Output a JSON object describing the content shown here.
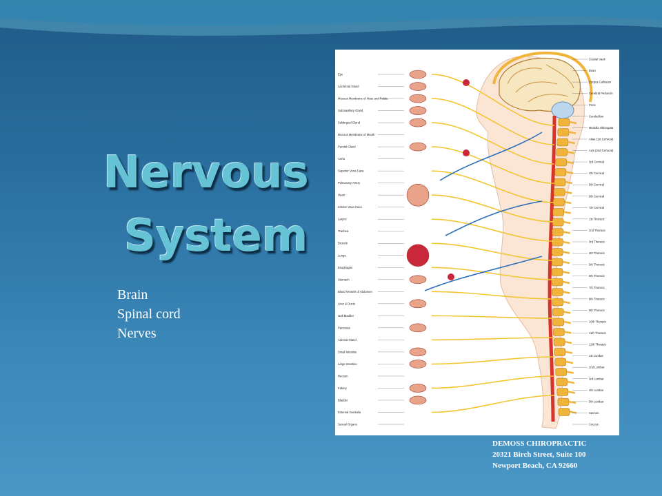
{
  "slide": {
    "title_line1": "Nervous",
    "title_line2": "System",
    "bullets": [
      "Brain",
      "Spinal cord",
      "Nerves"
    ],
    "footer": {
      "company": "DEMOSS CHIROPRACTIC",
      "street": "20321 Birch Street, Suite 100",
      "city": "Newport Beach, CA 92660"
    }
  },
  "diagram": {
    "left_labels": [
      "Eye",
      "Lachrimal Gland",
      "Mucous Membrane of Nose and Palate",
      "Submaxillary Gland",
      "Sublingual Gland",
      "Mucous Membrane of Mouth",
      "Parotid Gland",
      "Aorta",
      "Superior Vena Cava",
      "Pulmonary Artery",
      "Heart",
      "Inferior Vena Cava",
      "Larynx",
      "Trachea",
      "Bronchi",
      "Lungs",
      "Esophagus",
      "Stomach",
      "Blood Vessels of Abdomen",
      "Liver & Ducts",
      "Gall Bladder",
      "Pancreas",
      "Adrenal Gland",
      "Small Intestine",
      "Large Intestine",
      "Rectum",
      "Kidney",
      "Bladder",
      "External Genitalia",
      "Sexual Organs"
    ],
    "right_labels": [
      "Cranial Vault",
      "Brain",
      "Corpus Callosum",
      "Cerebral Peduncle",
      "Pons",
      "Cerebellum",
      "Medulla Oblongata",
      "Atlas (1st Cervical)",
      "Axis (2nd Cervical)",
      "3rd Cervical",
      "4th Cervical",
      "5th Cervical",
      "6th Cervical",
      "7th Cervical",
      "1st Thoracic",
      "2nd Thoracic",
      "3rd Thoracic",
      "4th Thoracic",
      "5th Thoracic",
      "6th Thoracic",
      "7th Thoracic",
      "8th Thoracic",
      "9th Thoracic",
      "10th Thoracic",
      "11th Thoracic",
      "12th Thoracic",
      "1st Lumbar",
      "2nd Lumbar",
      "3rd Lumbar",
      "4th Lumbar",
      "5th Lumbar",
      "Sacrum",
      "Coccyx"
    ],
    "colors": {
      "nerve": "#f2c531",
      "bone": "#f0b43a",
      "vessel": "#2f6fb8",
      "organ": "#c8283a",
      "spinal_cord": "#d8342c"
    }
  }
}
